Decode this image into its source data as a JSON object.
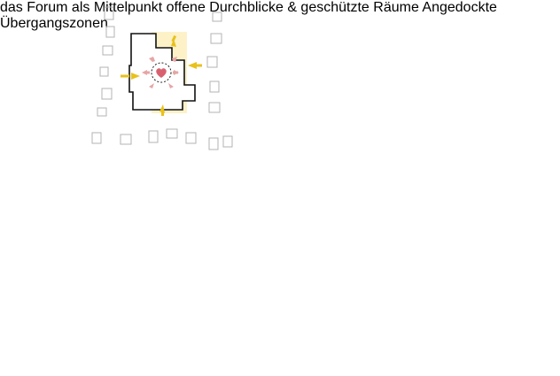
{
  "captions": {
    "forum": "das Forum als Mittelpunkt",
    "views": "offene Durchblicke & geschützte Räume",
    "zones": "Angedockte Übergangszonen"
  },
  "colors": {
    "outline": "#111111",
    "plot_outline": "#b3b3b3",
    "forum_highlight": "#fdf1c8",
    "arrow_yellow": "#e8c21b",
    "arrow_pink": "#e6a6a6",
    "heart": "#d9616f",
    "view_arrow_blue": "#9bb7de",
    "green_zone": "#c9e8bf",
    "transition_arrow": "#9e9e9e"
  },
  "icons": [
    "heart-icon",
    "arrow-right-icon"
  ]
}
